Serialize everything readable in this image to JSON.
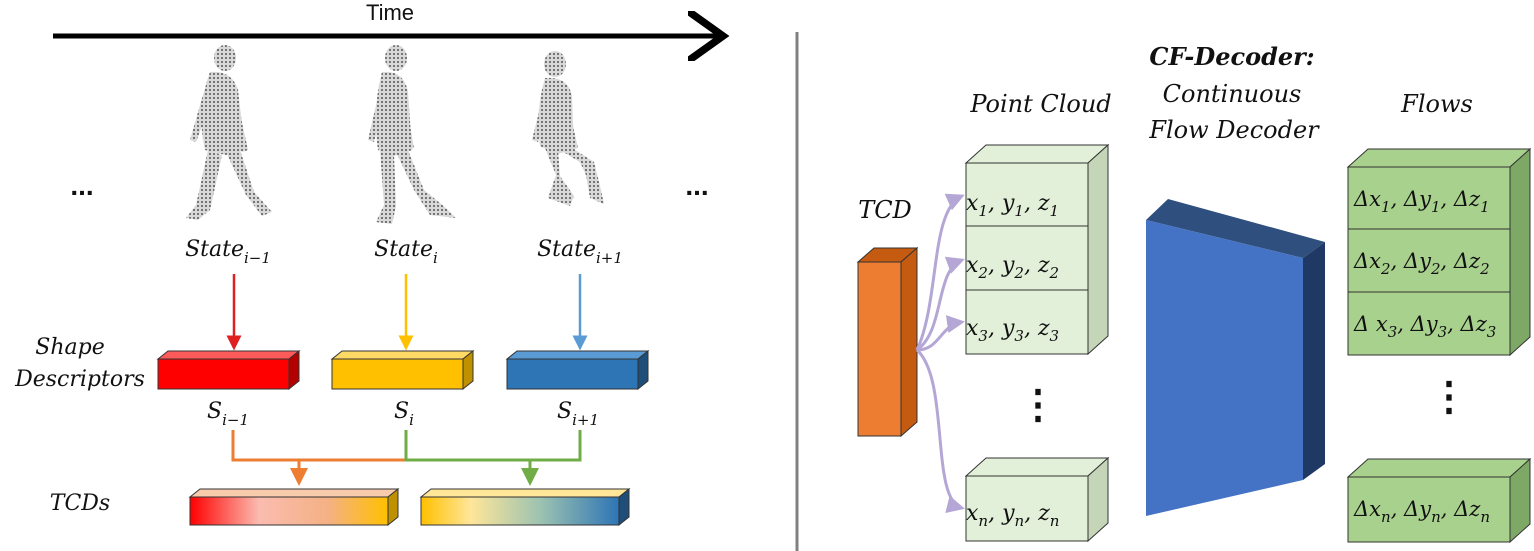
{
  "left": {
    "time_label": "Time",
    "ellipsis_left": "...",
    "ellipsis_right": "...",
    "states": [
      {
        "base": "State",
        "sub": "i−1"
      },
      {
        "base": "State",
        "sub": "i"
      },
      {
        "base": "State",
        "sub": "i+1"
      }
    ],
    "shape_label_line1": "Shape",
    "shape_label_line2": "Descriptors",
    "descriptors": [
      {
        "base": "S",
        "sub": "i−1"
      },
      {
        "base": "S",
        "sub": "i"
      },
      {
        "base": "S",
        "sub": "i+1"
      }
    ],
    "tcds_label": "TCDs",
    "colors": {
      "red": "#ff0000",
      "yellow": "#ffc000",
      "blue": "#2e75b6",
      "orange_line": "#ed7d31",
      "green_line": "#70ad47",
      "arrow_red": "#e02020",
      "arrow_yellow": "#ffc000",
      "arrow_blue": "#5b9bd5"
    }
  },
  "right": {
    "tcd_label": "TCD",
    "point_cloud_label": "Point Cloud",
    "decoder_title": "CF-Decoder:",
    "decoder_line1": "Continuous",
    "decoder_line2": "Flow Decoder",
    "flows_label": "Flows",
    "vertical_dots": "⋮",
    "points": [
      [
        "x",
        "1",
        "y",
        "1",
        "z",
        "1"
      ],
      [
        "x",
        "2",
        "y",
        "2",
        "z",
        "2"
      ],
      [
        "x",
        "3",
        "y",
        "3",
        "z",
        "3"
      ],
      [
        "x",
        "n",
        "y",
        "n",
        "z",
        "n"
      ]
    ],
    "flows": [
      [
        "Δx",
        "1",
        "Δy",
        "1",
        "Δz",
        "1"
      ],
      [
        "Δx",
        "2",
        "Δy",
        "2",
        "Δz",
        "2"
      ],
      [
        "Δ x",
        "3",
        "Δy",
        "3",
        "Δz",
        "3"
      ],
      [
        "Δx",
        "n",
        "Δy",
        "n",
        "Δz",
        "n"
      ]
    ],
    "colors": {
      "tcd_bar": "#ed7d31",
      "point_box": "#e2f0d9",
      "flow_box": "#a9d18e",
      "decoder": "#4472c4",
      "decoder_dark": "#2f4f7f",
      "arrow": "#b4a7d6"
    }
  }
}
